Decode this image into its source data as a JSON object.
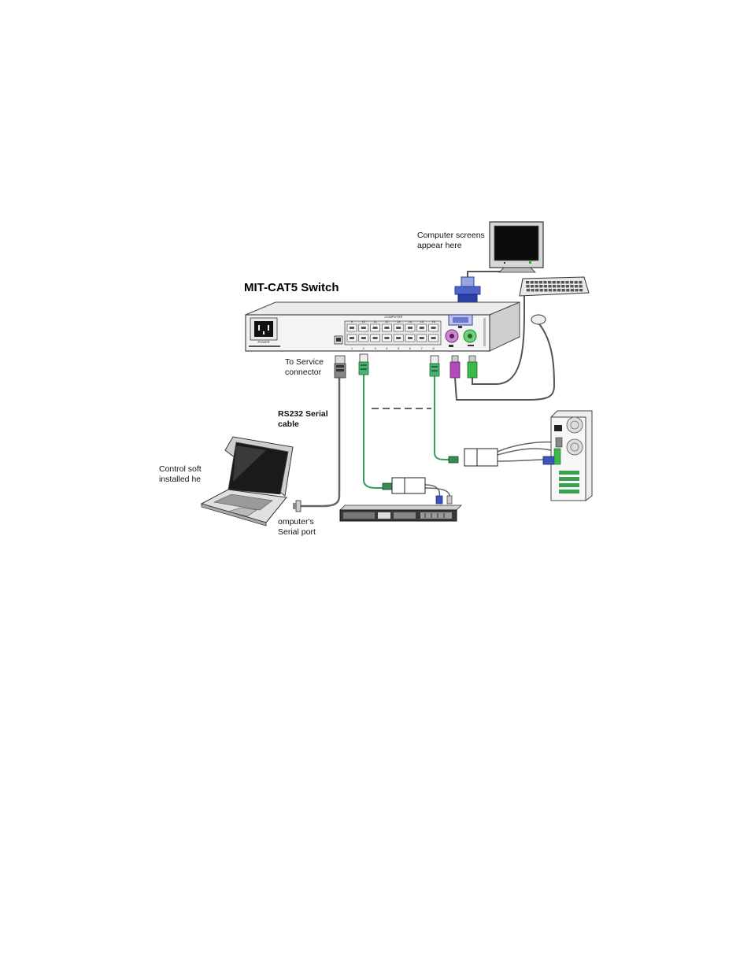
{
  "title": "MIT-CAT5 Switch",
  "labels": {
    "monitor": "Computer screens\nappear here",
    "service": "To Service\nconnector",
    "rs232": "RS232 Serial\ncable",
    "control": "Control soft\ninstalled he",
    "serial_port": "omputer's\nSerial port"
  },
  "switch_panel": {
    "power": "POWER",
    "computer": "COMPUTER",
    "top_ports": [
      "9",
      "10",
      "11",
      "12",
      "13",
      "14",
      "15",
      "16"
    ],
    "bottom_ports": [
      "1",
      "2",
      "3",
      "4",
      "5",
      "6",
      "7",
      "8"
    ]
  },
  "colors": {
    "green_cable": "#2fa05a",
    "vga_blue": "#2a3fa8",
    "ps2_green": "#2fb83a",
    "ps2_purple": "#a23aa8"
  }
}
